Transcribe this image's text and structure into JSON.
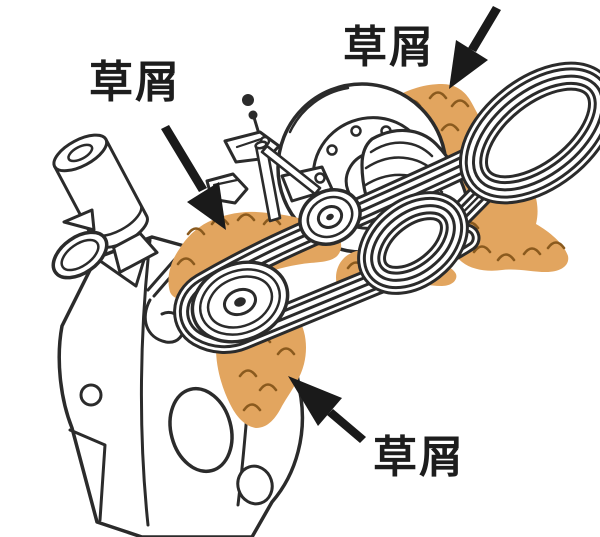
{
  "figure": {
    "kind": "technical-line-illustration",
    "components": [
      "engine-block",
      "air-cleaner-cylinder",
      "fan-housing",
      "ribbed-drum-pulley",
      "idler-pulley",
      "drive-pulley",
      "drive-belt",
      "tensioner-linkage",
      "grass-debris-patches"
    ]
  },
  "labels": {
    "top_left": {
      "text": "草屑"
    },
    "top_right": {
      "text": "草屑"
    },
    "bottom": {
      "text": "草屑"
    }
  },
  "colors": {
    "background": "#ffffff",
    "line": "#2b2b2b",
    "debris_fill": "#e2a55f",
    "debris_mark": "#8a5a1e",
    "arrow": "#1a1a1a",
    "label_text": "#1d1d1d"
  }
}
